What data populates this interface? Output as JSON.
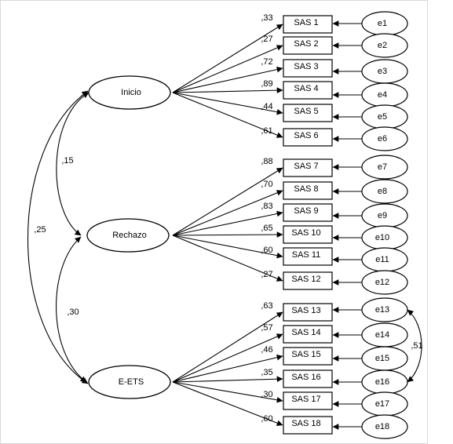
{
  "factors": [
    {
      "id": "f1",
      "label": "Inicio"
    },
    {
      "id": "f2",
      "label": "Rechazo"
    },
    {
      "id": "f3",
      "label": "E-ETS"
    }
  ],
  "indicators": [
    {
      "label": "SAS 1",
      "factor": "f1",
      "loading": ",33",
      "error": "e1"
    },
    {
      "label": "SAS 2",
      "factor": "f1",
      "loading": ",27",
      "error": "e2"
    },
    {
      "label": "SAS 3",
      "factor": "f1",
      "loading": ",72",
      "error": "e3"
    },
    {
      "label": "SAS 4",
      "factor": "f1",
      "loading": ",89",
      "error": "e4"
    },
    {
      "label": "SAS 5",
      "factor": "f1",
      "loading": ",44",
      "error": "e5"
    },
    {
      "label": "SAS 6",
      "factor": "f1",
      "loading": ",61",
      "error": "e6"
    },
    {
      "label": "SAS 7",
      "factor": "f2",
      "loading": ",88",
      "error": "e7"
    },
    {
      "label": "SAS 8",
      "factor": "f2",
      "loading": ",70",
      "error": "e8"
    },
    {
      "label": "SAS 9",
      "factor": "f2",
      "loading": ",83",
      "error": "e9"
    },
    {
      "label": "SAS 10",
      "factor": "f2",
      "loading": ",65",
      "error": "e10"
    },
    {
      "label": "SAS 11",
      "factor": "f2",
      "loading": ",60",
      "error": "e11"
    },
    {
      "label": "SAS 12",
      "factor": "f2",
      "loading": ",27",
      "error": "e12"
    },
    {
      "label": "SAS 13",
      "factor": "f3",
      "loading": ",63",
      "error": "e13"
    },
    {
      "label": "SAS 14",
      "factor": "f3",
      "loading": ",57",
      "error": "e14"
    },
    {
      "label": "SAS 15",
      "factor": "f3",
      "loading": ",46",
      "error": "e15"
    },
    {
      "label": "SAS 16",
      "factor": "f3",
      "loading": ",35",
      "error": "e16"
    },
    {
      "label": "SAS 17",
      "factor": "f3",
      "loading": ",30",
      "error": "e17"
    },
    {
      "label": "SAS 18",
      "factor": "f3",
      "loading": ",60",
      "error": "e18"
    }
  ],
  "factor_correlations": [
    {
      "from": "f1",
      "to": "f2",
      "value": ",15"
    },
    {
      "from": "f2",
      "to": "f3",
      "value": ",30"
    },
    {
      "from": "f1",
      "to": "f3",
      "value": ",25"
    }
  ],
  "error_covariances": [
    {
      "from": "e13",
      "to": "e16",
      "value": ",51"
    }
  ]
}
